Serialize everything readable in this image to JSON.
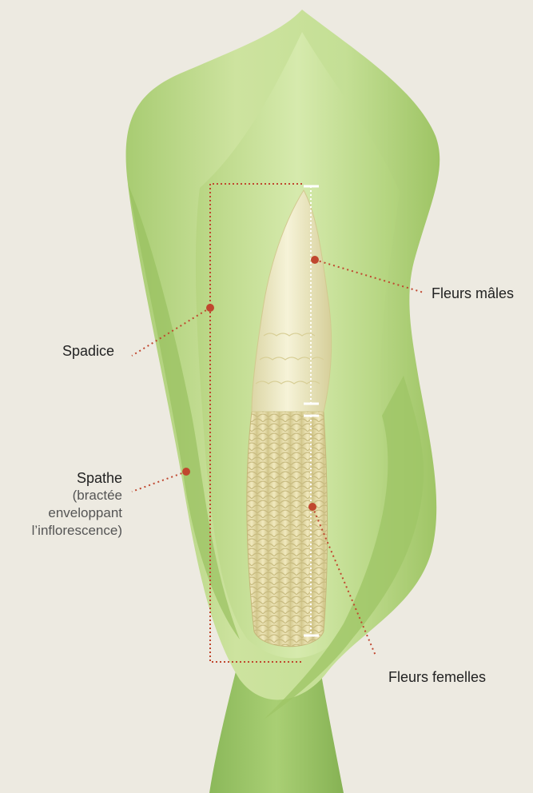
{
  "labels": {
    "spadice": "Spadice",
    "spathe": "Spathe",
    "spathe_note_1": "(bractée",
    "spathe_note_2": "enveloppant",
    "spathe_note_3": "l’inflorescence)",
    "fleurs_males": "Fleurs mâles",
    "fleurs_femelles": "Fleurs femelles"
  },
  "colors": {
    "background": "#edeae1",
    "spathe_outer": "#b9d68a",
    "spathe_inner": "#cfe5a4",
    "spathe_dark": "#8fb55c",
    "stem": "#9cc46a",
    "spadix_upper": "#f0edc9",
    "spadix_lower": "#ece4b4",
    "callout": "#c0472f",
    "measure": "#ffffff"
  }
}
